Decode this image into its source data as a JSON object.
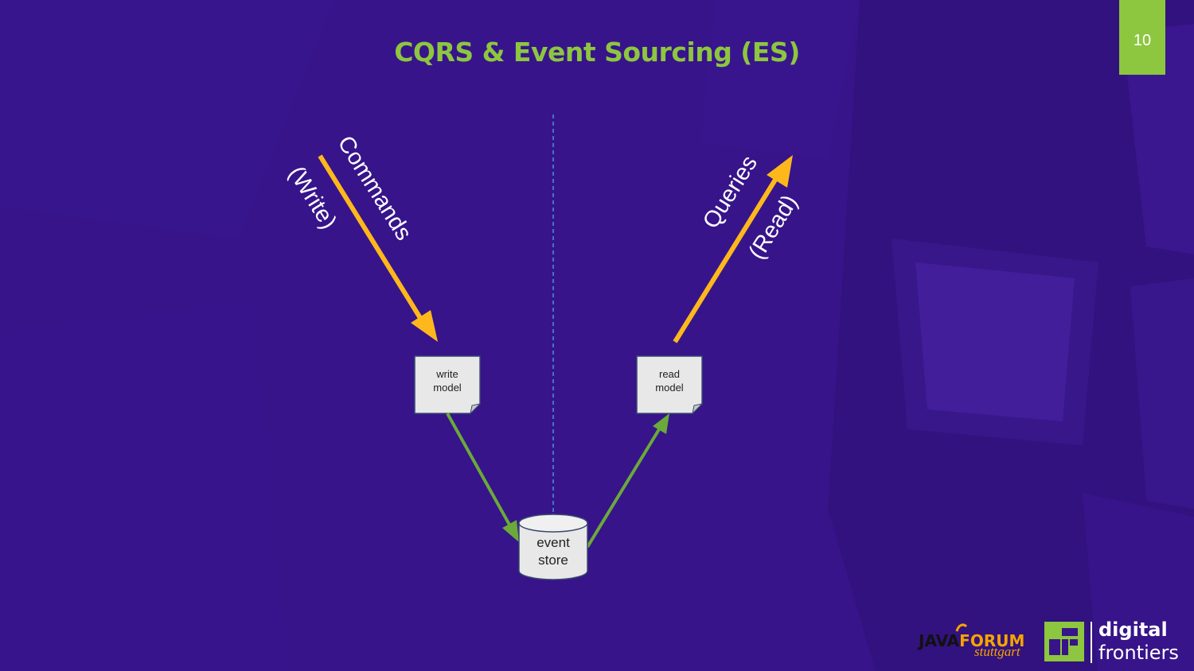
{
  "slide": {
    "title": "CQRS & Event Sourcing (ES)",
    "page_number": "10"
  },
  "diagram": {
    "commands_label": "Commands",
    "write_label": "(Write)",
    "queries_label": "Queries",
    "read_label": "(Read)",
    "write_model": {
      "line1": "write",
      "line2": "model"
    },
    "read_model": {
      "line1": "read",
      "line2": "model"
    },
    "event_store": {
      "line1": "event",
      "line2": "store"
    }
  },
  "logos": {
    "javaforum_java": "JAVA",
    "javaforum_forum": "FORUM",
    "javaforum_city": "stuttgart",
    "digital_frontiers_line1": "digital",
    "digital_frontiers_line2": "frontiers"
  },
  "colors": {
    "background": "#37148a",
    "title": "#8dc63f",
    "accent_green": "#8dc63f",
    "arrow_yellow": "#ffb81c",
    "arrow_green": "#6aaa3a",
    "divider_blue": "#4a90e2"
  }
}
